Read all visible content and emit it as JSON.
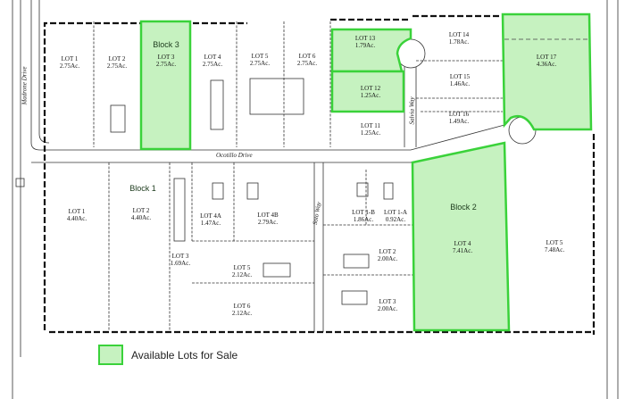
{
  "colors": {
    "available_fill": "#c6f2c0",
    "available_stroke": "#3ad23a",
    "line": "#222222"
  },
  "roads": {
    "madrone": "Madrone Drive",
    "ocotillo": "Ocotillo Drive",
    "salvia": "Salvia Way",
    "soto": "Soto Way"
  },
  "blocks": {
    "block1": "Block 1",
    "block2": "Block 2",
    "block3": "Block 3"
  },
  "lots": {
    "n_lot1": {
      "name": "LOT 1",
      "area": "2.75Ac."
    },
    "n_lot2": {
      "name": "LOT 2",
      "area": "2.75Ac."
    },
    "n_lot3": {
      "name": "LOT 3",
      "area": "2.75Ac."
    },
    "n_lot4": {
      "name": "LOT 4",
      "area": "2.75Ac."
    },
    "n_lot5": {
      "name": "LOT 5",
      "area": "2.75Ac."
    },
    "n_lot6": {
      "name": "LOT 6",
      "area": "2.75Ac."
    },
    "lot11": {
      "name": "LOT 11",
      "area": "1.25Ac."
    },
    "lot12": {
      "name": "LOT 12",
      "area": "1.25Ac."
    },
    "lot13": {
      "name": "LOT 13",
      "area": "1.79Ac."
    },
    "lot14": {
      "name": "LOT 14",
      "area": "1.78Ac."
    },
    "lot15": {
      "name": "LOT 15",
      "area": "1.46Ac."
    },
    "lot16": {
      "name": "LOT 16",
      "area": "1.49Ac."
    },
    "lot17": {
      "name": "LOT 17",
      "area": "4.36Ac."
    },
    "b1_lot1": {
      "name": "LOT 1",
      "area": "4.40Ac."
    },
    "b1_lot2": {
      "name": "LOT 2",
      "area": "4.40Ac."
    },
    "b1_lot3": {
      "name": "LOT 3",
      "area": "1.69Ac."
    },
    "b1_lot4a": {
      "name": "LOT 4A",
      "area": "1.47Ac."
    },
    "b1_lot4b": {
      "name": "LOT 4B",
      "area": "2.79Ac."
    },
    "b1_lot5": {
      "name": "LOT 5",
      "area": "2.12Ac."
    },
    "b1_lot6": {
      "name": "LOT 6",
      "area": "2.12Ac."
    },
    "b2_lot1b": {
      "name": "LOT 1-B",
      "area": "1.86Ac."
    },
    "b2_lot1a": {
      "name": "LOT 1-A",
      "area": "0.92Ac."
    },
    "b2_lot2": {
      "name": "LOT 2",
      "area": "2.00Ac."
    },
    "b2_lot3": {
      "name": "LOT 3",
      "area": "2.00Ac."
    },
    "b2_lot4": {
      "name": "LOT 4",
      "area": "7.41Ac."
    },
    "b2_lot5": {
      "name": "LOT 5",
      "area": "7.48Ac."
    }
  },
  "legend": {
    "label": "Available Lots for Sale"
  }
}
